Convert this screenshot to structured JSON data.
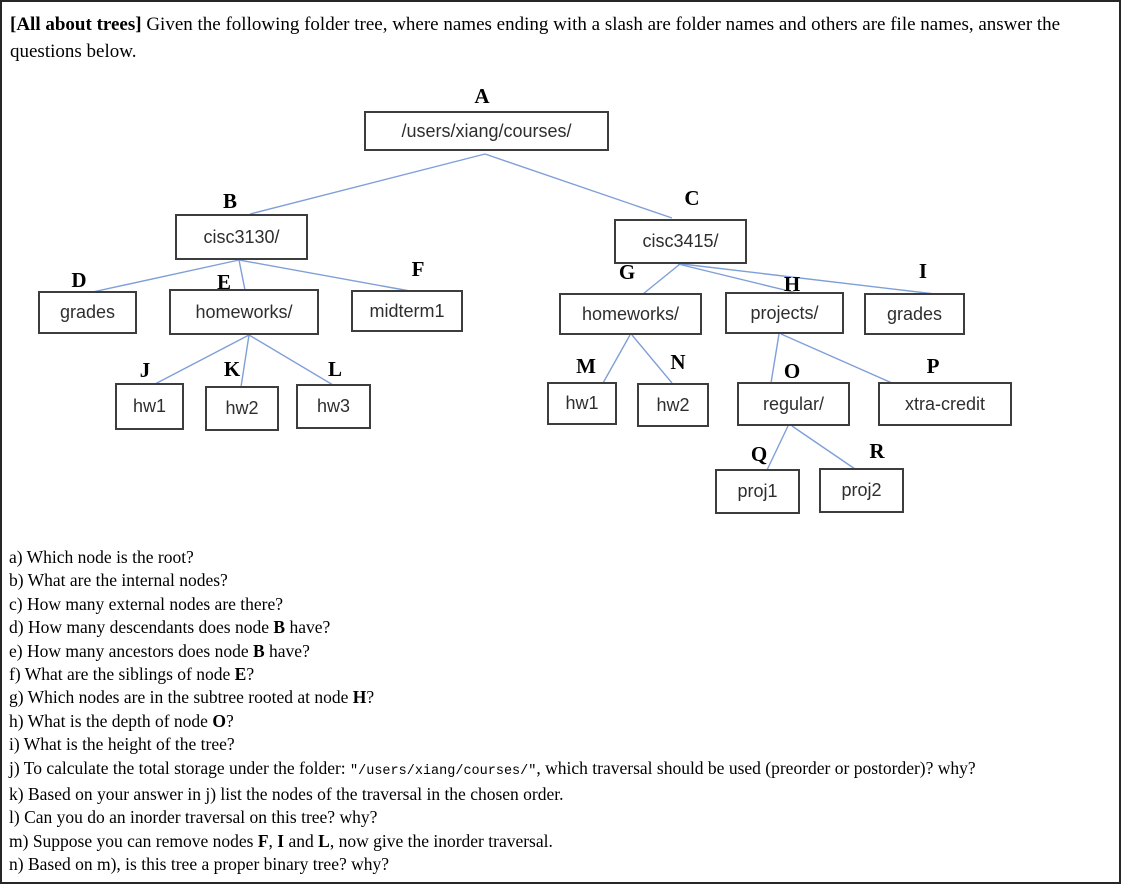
{
  "colors": {
    "edge-color": "#7f9fd8",
    "box-border": "#3d3d3d"
  },
  "intro": {
    "bold": "[All about trees]",
    "text": " Given the following folder tree, where names ending with a slash are folder names and others are file names, answer the questions below."
  },
  "tree": {
    "nodes": {
      "A": {
        "letter": "A",
        "name": "/users/xiang/courses/"
      },
      "B": {
        "letter": "B",
        "name": "cisc3130/"
      },
      "C": {
        "letter": "C",
        "name": "cisc3415/"
      },
      "D": {
        "letter": "D",
        "name": "grades"
      },
      "E": {
        "letter": "E",
        "name": "homeworks/"
      },
      "F": {
        "letter": "F",
        "name": "midterm1"
      },
      "G": {
        "letter": "G",
        "name": "homeworks/"
      },
      "H": {
        "letter": "H",
        "name": "projects/"
      },
      "I": {
        "letter": "I",
        "name": "grades"
      },
      "J": {
        "letter": "J",
        "name": "hw1"
      },
      "K": {
        "letter": "K",
        "name": "hw2"
      },
      "L": {
        "letter": "L",
        "name": "hw3"
      },
      "M": {
        "letter": "M",
        "name": "hw1"
      },
      "N": {
        "letter": "N",
        "name": "hw2"
      },
      "O": {
        "letter": "O",
        "name": "regular/"
      },
      "P": {
        "letter": "P",
        "name": "xtra-credit"
      },
      "Q": {
        "letter": "Q",
        "name": "proj1"
      },
      "R": {
        "letter": "R",
        "name": "proj2"
      }
    },
    "edges": [
      [
        "A",
        "B"
      ],
      [
        "A",
        "C"
      ],
      [
        "B",
        "D"
      ],
      [
        "B",
        "E"
      ],
      [
        "B",
        "F"
      ],
      [
        "E",
        "J"
      ],
      [
        "E",
        "K"
      ],
      [
        "E",
        "L"
      ],
      [
        "C",
        "G"
      ],
      [
        "C",
        "H"
      ],
      [
        "C",
        "I"
      ],
      [
        "G",
        "M"
      ],
      [
        "G",
        "N"
      ],
      [
        "H",
        "O"
      ],
      [
        "H",
        "P"
      ],
      [
        "O",
        "Q"
      ],
      [
        "O",
        "R"
      ]
    ]
  },
  "questions": [
    {
      "runs": [
        {
          "text": "a) Which node is the root?"
        }
      ]
    },
    {
      "runs": [
        {
          "text": "b) What are the internal nodes?"
        }
      ]
    },
    {
      "runs": [
        {
          "text": "c) How many external nodes are there?"
        }
      ]
    },
    {
      "runs": [
        {
          "text": "d) How many descendants does node "
        },
        {
          "text": "B",
          "bold": true
        },
        {
          "text": " have?"
        }
      ]
    },
    {
      "runs": [
        {
          "text": "e) How many ancestors does node "
        },
        {
          "text": "B",
          "bold": true
        },
        {
          "text": " have?"
        }
      ]
    },
    {
      "runs": [
        {
          "text": "f) What are the siblings of node "
        },
        {
          "text": "E",
          "bold": true
        },
        {
          "text": "?"
        }
      ]
    },
    {
      "runs": [
        {
          "text": "g) Which nodes are in the subtree rooted at node "
        },
        {
          "text": "H",
          "bold": true
        },
        {
          "text": "?"
        }
      ]
    },
    {
      "runs": [
        {
          "text": "h) What is the depth of node "
        },
        {
          "text": "O",
          "bold": true
        },
        {
          "text": "?"
        }
      ]
    },
    {
      "runs": [
        {
          "text": "i) What is the height of the tree?"
        }
      ]
    },
    {
      "runs": [
        {
          "text": "j) To calculate the total storage under the folder: "
        },
        {
          "text": "\"/users/xiang/courses/\"",
          "mono": true
        },
        {
          "text": ", which traversal should be used (preorder or postorder)? why?"
        }
      ]
    },
    {
      "runs": [
        {
          "text": "k) Based on your answer in j) list the nodes of the traversal in the chosen order."
        }
      ]
    },
    {
      "runs": [
        {
          "text": "l) Can you do an inorder traversal on this tree? why?"
        }
      ]
    },
    {
      "runs": [
        {
          "text": "m) Suppose you can remove nodes "
        },
        {
          "text": "F",
          "bold": true
        },
        {
          "text": ", "
        },
        {
          "text": "I",
          "bold": true
        },
        {
          "text": " and "
        },
        {
          "text": "L",
          "bold": true
        },
        {
          "text": ", now give the inorder traversal."
        }
      ]
    },
    {
      "runs": [
        {
          "text": "n) Based on m), is this tree a proper binary tree? why?"
        }
      ]
    }
  ]
}
